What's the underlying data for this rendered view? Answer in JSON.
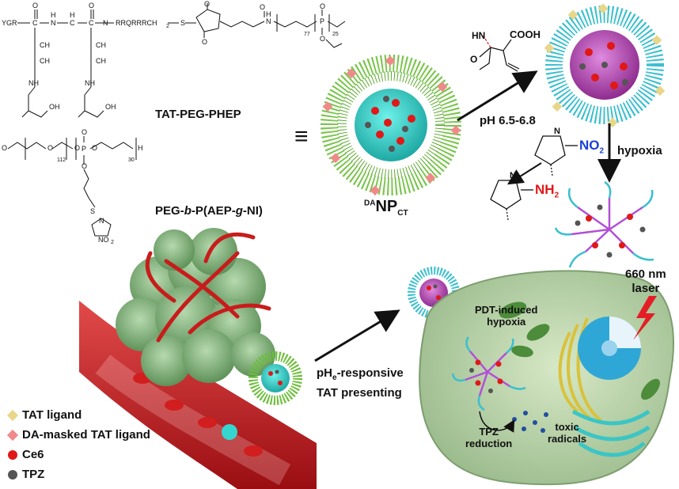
{
  "structure1": {
    "name": "TAT-PEG-PHEP",
    "frag_ygr": "YGR",
    "frag_rrq": "RRQRRRCH",
    "frag_s": "S",
    "frag_n": "N",
    "frag_h": "H",
    "frag_o": "O",
    "frag_c": "C",
    "frag_ch2": "CH",
    "frag_nh": "NH",
    "frag_oh": "OH",
    "frag_p": "P",
    "sub_2": "2",
    "sub_77": "77",
    "sub_25": "25"
  },
  "structure2": {
    "name_pre": "PEG-",
    "name_b": "b",
    "name_mid": "-P(AEP-",
    "name_g": "g",
    "name_post": "-NI)",
    "frag_o": "O",
    "frag_p": "P",
    "frag_h": "H",
    "frag_s": "S",
    "frag_n": "N",
    "frag_no2": "NO",
    "sub_112": "112",
    "sub_30": "30",
    "sub_2": "2"
  },
  "equals_sign": "≡",
  "nanoparticle": {
    "sup": "DA",
    "main": "NP",
    "sub": "CT"
  },
  "ph_label": "pH 6.5-6.8",
  "cooh_label": "COOH",
  "hn_label": "HN",
  "o_label": "O",
  "no2_label": "NO",
  "no2_sub": "2",
  "nh2_label": "NH",
  "nh2_sub": "2",
  "imid_n": "N",
  "hypoxia_label": "hypoxia",
  "laser_label_1": "660 nm",
  "laser_label_2": "laser",
  "phe_label": {
    "pre": "pH",
    "sub": "e",
    "post": "-responsive",
    "line2": "TAT presenting"
  },
  "pdt_label_1": "PDT-induced",
  "pdt_label_2": "hypoxia",
  "tpz_label_1": "TPZ",
  "tpz_label_2": "reduction",
  "toxic_label_1": "toxic",
  "toxic_label_2": "radicals",
  "legend": [
    {
      "label": "TAT ligand",
      "color": "#e8d78a"
    },
    {
      "label": "DA-masked TAT ligand",
      "color": "#f08a8a"
    },
    {
      "label": "Ce6",
      "color": "#e01818"
    },
    {
      "label": "TPZ",
      "color": "#555555"
    }
  ],
  "colors": {
    "peg_green": "#6cbf3a",
    "peg_cyan": "#3bbfd0",
    "core_cyan": "#35d6d0",
    "core_magenta": "#c24fc0",
    "vessel_red": "#c0181c",
    "tumor_green": "#8fbf8a",
    "cell_green": "#bcd6a8",
    "arrow": "#111111",
    "amine_red": "#e01818",
    "nitro_blue": "#1a3fd6"
  }
}
